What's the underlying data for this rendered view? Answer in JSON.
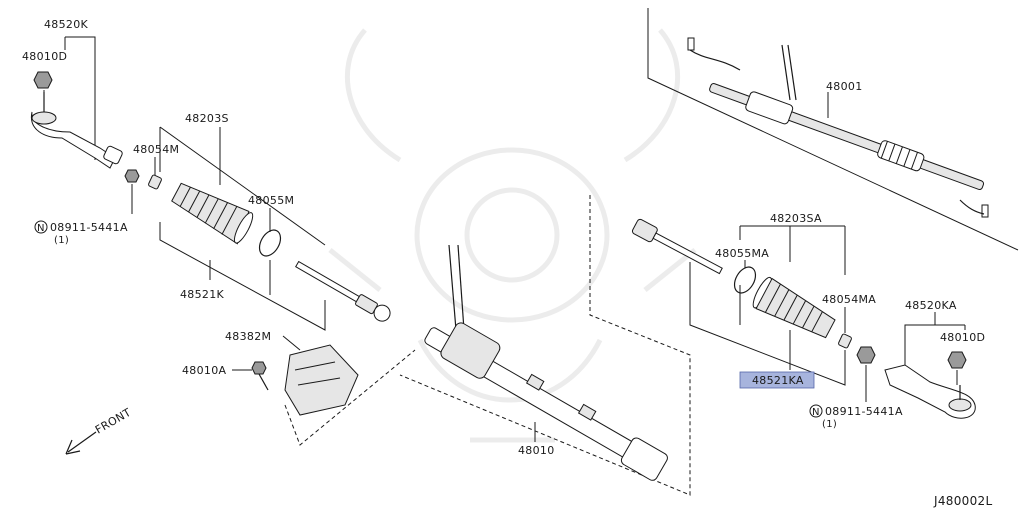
{
  "diagram_code": "J480002L",
  "front_label": "FRONT",
  "parts": {
    "p48520K": "48520K",
    "p48010D_L": "48010D",
    "p48203S": "48203S",
    "p48054M": "48054M",
    "p48055M": "48055M",
    "p08911_L": "08911-5441A",
    "p08911_L_qty": "(1)",
    "p48521K": "48521K",
    "p48382M": "48382M",
    "p48010A": "48010A",
    "p48010": "48010",
    "p48001": "48001",
    "p48203SA": "48203SA",
    "p48055MA": "48055MA",
    "p48054MA": "48054MA",
    "p48520KA": "48520KA",
    "p48010D_R": "48010D",
    "p48521KA": "48521KA",
    "p08911_R": "08911-5441A",
    "p08911_R_qty": "(1)"
  },
  "highlighted_part": "48521KA",
  "highlight_color": "#a7b4dd"
}
